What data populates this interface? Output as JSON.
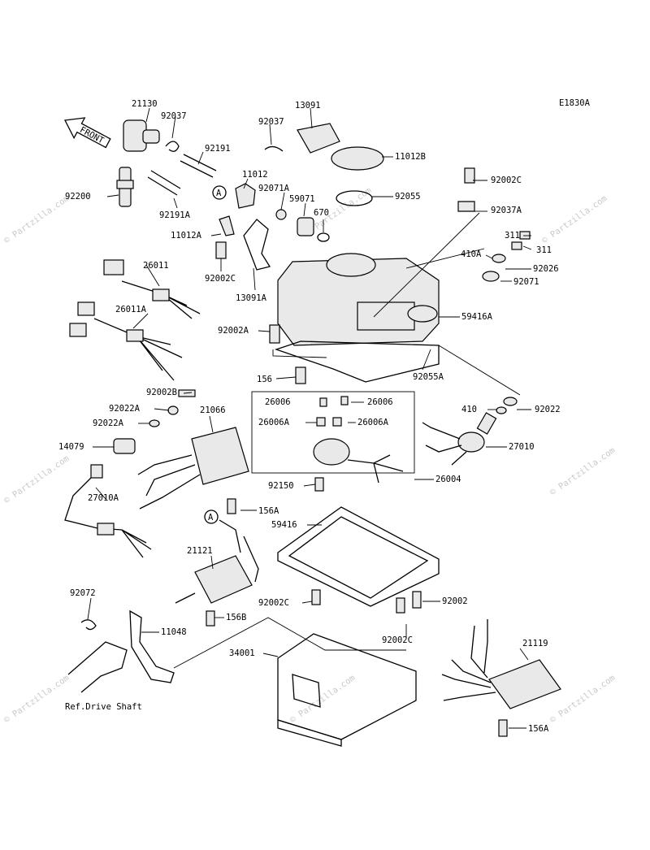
{
  "diagram_id": "E1830A",
  "front_label": "FRONT",
  "ref_callout": "A",
  "watermark": "© Partzilla.com",
  "ref_note": "Ref.Drive Shaft",
  "parts": [
    {
      "n": "21130"
    },
    {
      "n": "92037"
    },
    {
      "n": "92037"
    },
    {
      "n": "13091"
    },
    {
      "n": "92191"
    },
    {
      "n": "11012"
    },
    {
      "n": "11012B"
    },
    {
      "n": "92200"
    },
    {
      "n": "92071A"
    },
    {
      "n": "59071"
    },
    {
      "n": "92055"
    },
    {
      "n": "92191A"
    },
    {
      "n": "670"
    },
    {
      "n": "11012A"
    },
    {
      "n": "92002C"
    },
    {
      "n": "92037A"
    },
    {
      "n": "92002C"
    },
    {
      "n": "13091A"
    },
    {
      "n": "311"
    },
    {
      "n": "311"
    },
    {
      "n": "410A"
    },
    {
      "n": "92026"
    },
    {
      "n": "92071"
    },
    {
      "n": "26011"
    },
    {
      "n": "26011A"
    },
    {
      "n": "59416A"
    },
    {
      "n": "92002A"
    },
    {
      "n": "156"
    },
    {
      "n": "92055A"
    },
    {
      "n": "92002B"
    },
    {
      "n": "26006"
    },
    {
      "n": "26006"
    },
    {
      "n": "92022A"
    },
    {
      "n": "26006A"
    },
    {
      "n": "26006A"
    },
    {
      "n": "92022A"
    },
    {
      "n": "21066"
    },
    {
      "n": "410"
    },
    {
      "n": "92022"
    },
    {
      "n": "14079"
    },
    {
      "n": "27010"
    },
    {
      "n": "92150"
    },
    {
      "n": "26004"
    },
    {
      "n": "27010A"
    },
    {
      "n": "156A"
    },
    {
      "n": "59416"
    },
    {
      "n": "21121"
    },
    {
      "n": "92072"
    },
    {
      "n": "92002C"
    },
    {
      "n": "92002"
    },
    {
      "n": "156B"
    },
    {
      "n": "11048"
    },
    {
      "n": "92002C"
    },
    {
      "n": "21119"
    },
    {
      "n": "34001"
    },
    {
      "n": "156A"
    }
  ]
}
